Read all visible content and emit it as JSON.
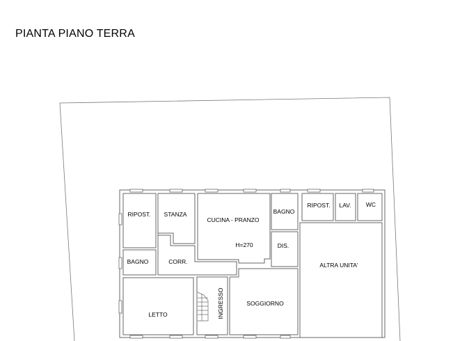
{
  "title": "PIANTA PIANO TERRA",
  "rooms": {
    "ripost_left": "RIPOST.",
    "stanza": "STANZA",
    "cucina": "CUCINA - PRANZO",
    "height_note": "H=270",
    "bagno_mid": "BAGNO",
    "ripost_right": "RIPOST.",
    "lav": "LAV.",
    "wc": "WC",
    "dis": "DIS.",
    "bagno_left": "BAGNO",
    "corr": "CORR.",
    "altra_unita": "ALTRA UNITA'",
    "letto": "LETTO",
    "ingresso": "INGRESSO",
    "soggiorno": "SOGGIORNO"
  }
}
